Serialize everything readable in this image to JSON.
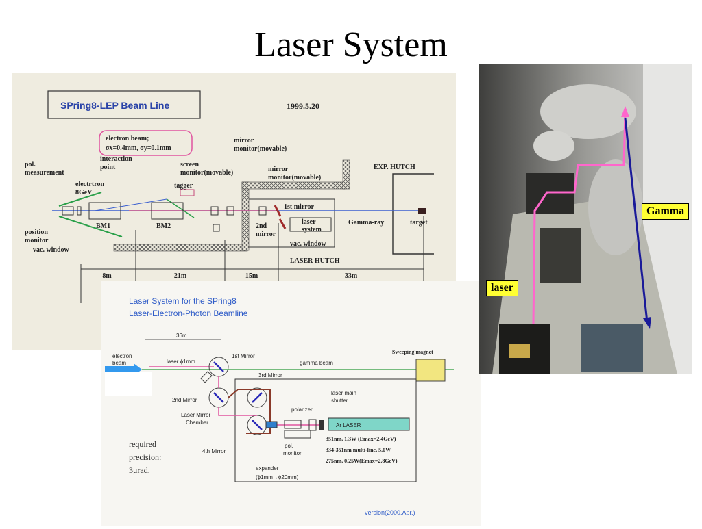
{
  "slide": {
    "title": "Laser System"
  },
  "top_diagram": {
    "title": "SPring8-LEP Beam Line",
    "date": "1999.5.20",
    "electron_beam_label": "electron beam;",
    "electron_beam_params": "σx=0.4mm, σy=0.1mm",
    "labels": {
      "pol_measurement": "pol.",
      "pol_measurement2": "measurement",
      "electron": "electrtron",
      "energy": "8GeV",
      "position_monitor": "position",
      "position_monitor2": "monitor",
      "vac_window": "vac. window",
      "bm1": "BM1",
      "interaction_point": "interaction",
      "interaction_point2": "point",
      "bm2": "BM2",
      "tagger": "tagger",
      "screen_monitor": "screen",
      "screen_monitor2": "monitor(movable)",
      "mirror_monitor": "mirror",
      "mirror_monitor2": "monitor(movable)",
      "mirror_monitor_b": "mirror",
      "mirror_monitor_b2": "monitor(movable)",
      "first_mirror": "1st mirror",
      "second_mirror": "2nd",
      "second_mirror2": "mirror",
      "laser_system": "laser",
      "laser_system2": "system",
      "vac_window2": "vac. window",
      "gamma_ray": "Gamma-ray",
      "target": "target",
      "exp_hutch": "EXP. HUTCH",
      "laser_hutch": "LASER HUTCH"
    },
    "distances": [
      "8m",
      "21m",
      "15m",
      "33m"
    ]
  },
  "bottom_diagram": {
    "heading1": "Laser System for the SPring8",
    "heading2": "Laser-Electron-Photon Beamline",
    "distance": "36m",
    "labels": {
      "electron": "electron",
      "beam": "beam",
      "laser": "laser ϕ1mm",
      "first_mirror": "1st Mirror",
      "gamma_beam": "gamma beam",
      "sweeping_magnet": "Sweeping magnet",
      "third_mirror": "3rd Mirror",
      "second_mirror": "2nd Mirror",
      "laser_mirror_chamber": "Laser Mirror",
      "laser_mirror_chamber2": "Chamber",
      "fourth_mirror": "4th Mirror",
      "polarizer": "polarizer",
      "laser_main_shutter": "laser main",
      "laser_main_shutter2": "shutter",
      "ar_laser": "Ar LASER",
      "pol_monitor": "pol.",
      "pol_monitor2": "monitor",
      "expander": "expander",
      "expander2": "(ϕ1mm→ϕ20mm)"
    },
    "specs": [
      "351nm, 1.3W (Emax=2.4GeV)",
      "334-351nm multi-line, 5.0W",
      "275nm, 0.25W(Emax=2.8GeV)"
    ],
    "precision": [
      "required",
      "precision:",
      "3μrad."
    ],
    "version": "version(2000.Apr.)"
  },
  "photo": {
    "gamma_label": "Gamma",
    "laser_label": "laser"
  },
  "colors": {
    "laser_path": "#ff66cc",
    "gamma_path": "#1a1a99",
    "label_bg": "#ffff33",
    "electron_beam": "#3399ff",
    "ar_laser_box": "#7fd6c8",
    "sweeping_magnet": "#f2e680"
  }
}
